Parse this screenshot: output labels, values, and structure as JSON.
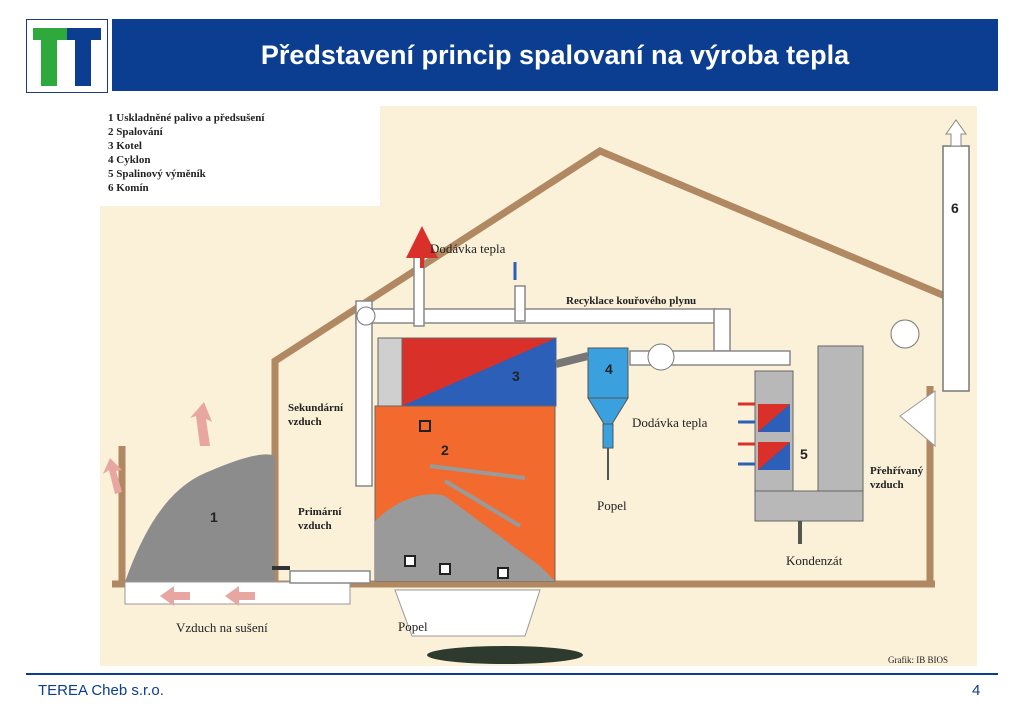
{
  "header": {
    "title": "Představení princip spalovaní na výroba tepla",
    "logo_icon": "terea-tt-logo"
  },
  "legend": {
    "items": [
      "1  Uskladněné palivo a předsušení",
      "2  Spalování",
      "3  Kotel",
      "4  Cyklon",
      "5  Spalinový výměník",
      "6  Komín"
    ]
  },
  "diagram": {
    "labels": {
      "heat_supply_top": "Dodávka tepla",
      "flue_gas_recycling": "Recyklace kouřového plynu",
      "secondary_air_1": "Sekundární",
      "secondary_air_2": "vzduch",
      "primary_air_1": "Primární",
      "primary_air_2": "vzduch",
      "heat_supply_right": "Dodávka tepla",
      "ash_cyclone": "Popel",
      "ash_bottom": "Popel",
      "drying_air": "Vzduch na sušení",
      "condensate": "Kondenzát",
      "preheated_air_1": "Přehřívaný",
      "preheated_air_2": "vzduch",
      "credit": "Grafik: IB BIOS"
    },
    "numbers": [
      "1",
      "2",
      "3",
      "4",
      "5",
      "6"
    ]
  },
  "footer": {
    "company": "TEREA Cheb s.r.o.",
    "page": "4"
  },
  "colors": {
    "brand_blue": "#0b3d91",
    "logo_green": "#2eaa3c",
    "furnace_orange": "#f26a2e",
    "boiler_red": "#d9302a",
    "boiler_blue": "#2b5fb8",
    "cyclone_blue": "#3aa0de",
    "building_tan": "#c9a27a",
    "background_cream": "#fbf0d8"
  }
}
